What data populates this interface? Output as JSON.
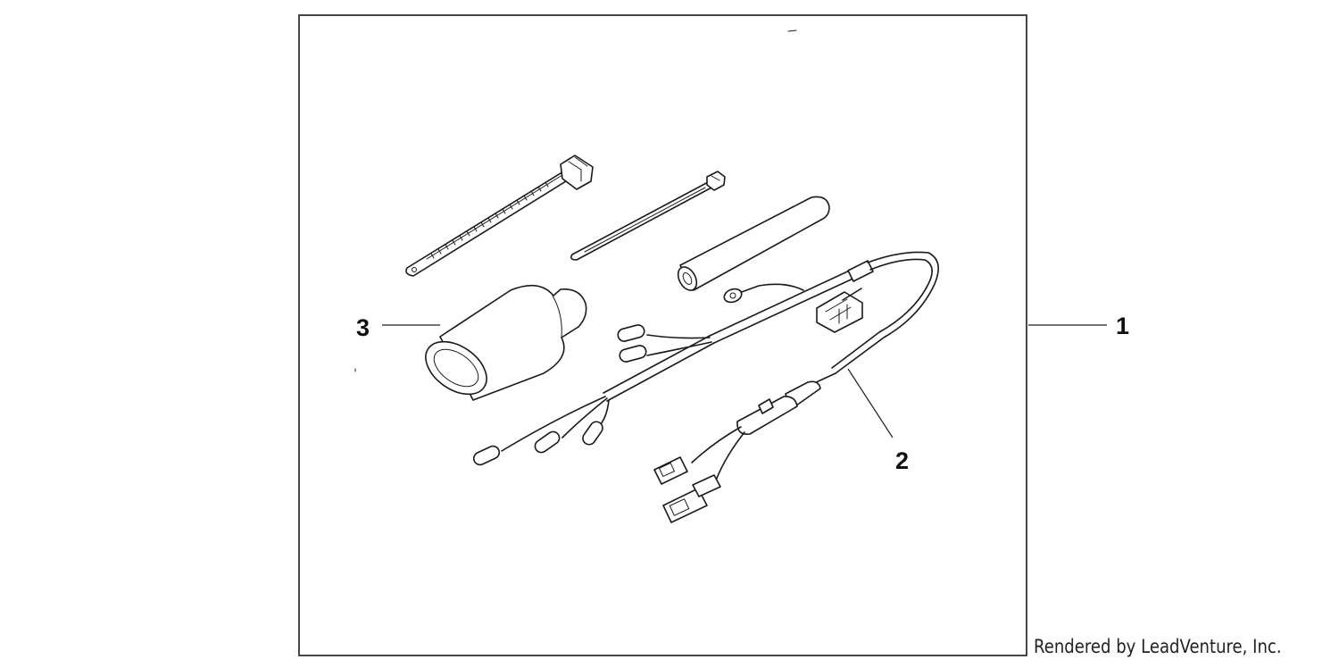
{
  "diagram": {
    "callouts": {
      "kit": "1",
      "harness": "2",
      "socket": "3"
    },
    "parts": [
      "large-cable-tie",
      "small-cable-tie",
      "rubber-tube",
      "sub-wire-harness",
      "accessory-socket"
    ]
  },
  "footer": {
    "credit": "Rendered by LeadVenture, Inc."
  }
}
